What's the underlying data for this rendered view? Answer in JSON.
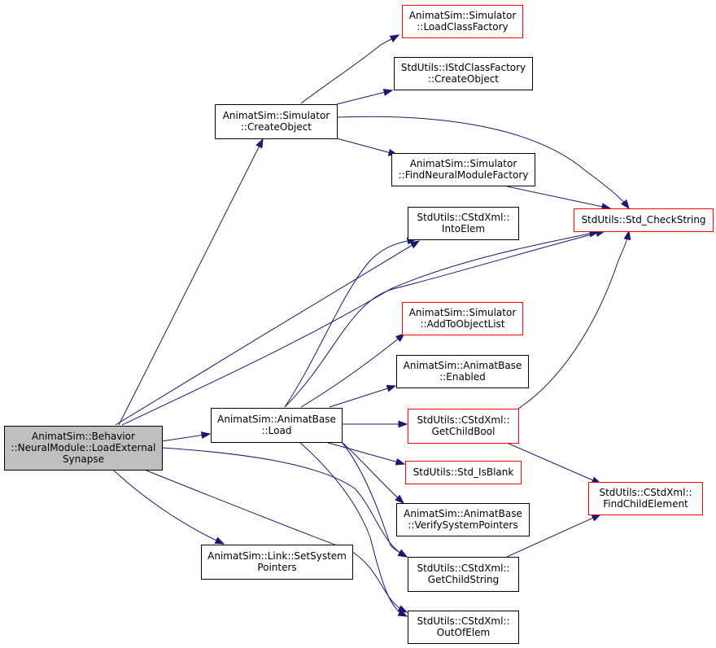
{
  "colors": {
    "edge": "#191970",
    "root_fill": "#bfbfbf",
    "box_border_normal": "#000000",
    "box_border_external": "#ff0000"
  },
  "nodes": [
    {
      "id": "root",
      "lines": [
        "AnimatSim::Behavior",
        "::NeuralModule::LoadExternal",
        "Synapse"
      ],
      "style": "root"
    },
    {
      "id": "createobject",
      "lines": [
        "AnimatSim::Simulator",
        "::CreateObject"
      ],
      "style": "normal"
    },
    {
      "id": "loadclassfactory",
      "lines": [
        "AnimatSim::Simulator",
        "::LoadClassFactory"
      ],
      "style": "external"
    },
    {
      "id": "istdclassfactory",
      "lines": [
        "StdUtils::IStdClassFactory",
        "::CreateObject"
      ],
      "style": "normal"
    },
    {
      "id": "findneuralmodulefactory",
      "lines": [
        "AnimatSim::Simulator",
        "::FindNeuralModuleFactory"
      ],
      "style": "normal"
    },
    {
      "id": "checkstring",
      "lines": [
        "StdUtils::Std_CheckString"
      ],
      "style": "external"
    },
    {
      "id": "intoelem",
      "lines": [
        "StdUtils::CStdXml::",
        "IntoElem"
      ],
      "style": "normal"
    },
    {
      "id": "addtoobjectlist",
      "lines": [
        "AnimatSim::Simulator",
        "::AddToObjectList"
      ],
      "style": "external"
    },
    {
      "id": "enabled",
      "lines": [
        "AnimatSim::AnimatBase",
        "::Enabled"
      ],
      "style": "normal"
    },
    {
      "id": "load",
      "lines": [
        "AnimatSim::AnimatBase",
        "::Load"
      ],
      "style": "normal"
    },
    {
      "id": "getchildbool",
      "lines": [
        "StdUtils::CStdXml::",
        "GetChildBool"
      ],
      "style": "external"
    },
    {
      "id": "isblank",
      "lines": [
        "StdUtils::Std_IsBlank"
      ],
      "style": "external"
    },
    {
      "id": "findchildelement",
      "lines": [
        "StdUtils::CStdXml::",
        "FindChildElement"
      ],
      "style": "external"
    },
    {
      "id": "verifysystempointers",
      "lines": [
        "AnimatSim::AnimatBase",
        "::VerifySystemPointers"
      ],
      "style": "normal"
    },
    {
      "id": "linksetsystempointers",
      "lines": [
        "AnimatSim::Link::SetSystem",
        "Pointers"
      ],
      "style": "normal"
    },
    {
      "id": "getchildstring",
      "lines": [
        "StdUtils::CStdXml::",
        "GetChildString"
      ],
      "style": "normal"
    },
    {
      "id": "outofelem",
      "lines": [
        "StdUtils::CStdXml::",
        "OutOfElem"
      ],
      "style": "normal"
    }
  ],
  "edges": [
    [
      "root",
      "createobject"
    ],
    [
      "root",
      "intoelem"
    ],
    [
      "root",
      "checkstring"
    ],
    [
      "root",
      "load"
    ],
    [
      "root",
      "linksetsystempointers"
    ],
    [
      "root",
      "getchildstring"
    ],
    [
      "root",
      "outofelem"
    ],
    [
      "createobject",
      "loadclassfactory"
    ],
    [
      "createobject",
      "istdclassfactory"
    ],
    [
      "createobject",
      "checkstring"
    ],
    [
      "createobject",
      "findneuralmodulefactory"
    ],
    [
      "findneuralmodulefactory",
      "checkstring"
    ],
    [
      "load",
      "intoelem"
    ],
    [
      "load",
      "checkstring"
    ],
    [
      "load",
      "addtoobjectlist"
    ],
    [
      "load",
      "enabled"
    ],
    [
      "load",
      "getchildbool"
    ],
    [
      "load",
      "isblank"
    ],
    [
      "load",
      "verifysystempointers"
    ],
    [
      "load",
      "getchildstring"
    ],
    [
      "load",
      "outofelem"
    ],
    [
      "getchildbool",
      "checkstring"
    ],
    [
      "getchildbool",
      "findchildelement"
    ],
    [
      "getchildstring",
      "findchildelement"
    ]
  ]
}
